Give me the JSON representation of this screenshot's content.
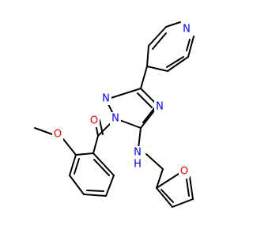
{
  "colors": {
    "bond": "#000000",
    "nitrogen": "#0000ff",
    "oxygen": "#ff0000",
    "background": "#ffffff"
  },
  "atoms": {
    "n_pyridine": "N",
    "n_triazole_1": "N",
    "n_triazole_2": "N",
    "n_triazole_4": "N",
    "o_carbonyl": "O",
    "o_methoxy": "O",
    "n_amine": "N",
    "h_amine": "H",
    "o_furan": "O"
  }
}
